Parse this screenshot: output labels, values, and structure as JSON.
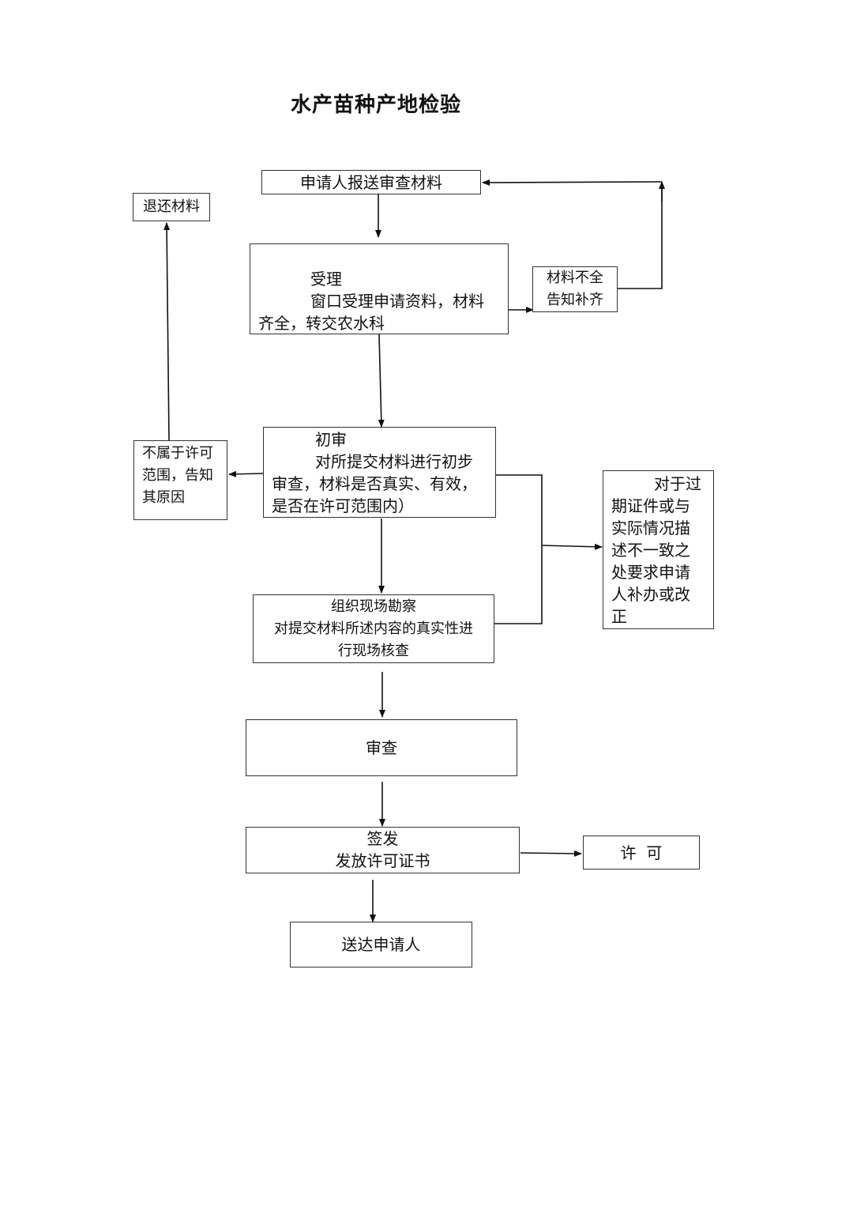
{
  "title": "水产苗种产地检验",
  "nodes": {
    "submit": {
      "label": "申请人报送审查材料"
    },
    "return_materials": {
      "label": "退还材料"
    },
    "accept": {
      "heading": "受理",
      "lines": [
        "窗口受理申请资料，材料",
        "齐全，转交农水科"
      ]
    },
    "incomplete": {
      "lines": [
        "材料不全",
        "告知补齐"
      ]
    },
    "preliminary": {
      "heading": "初审",
      "lines": [
        "对所提交材料进行初步",
        "审查，材料是否真实、有效，",
        "是否在许可范围内）"
      ]
    },
    "out_of_scope": {
      "lines": [
        "不属于许可",
        "范围，告知",
        "其原因"
      ]
    },
    "correction": {
      "lines": [
        "对于过",
        "期证件或与",
        "实际情况描",
        "述不一致之",
        "处要求申请",
        "人补办或改",
        "正"
      ]
    },
    "inspection": {
      "heading": "组织现场勘察",
      "lines": [
        "对提交材料所述内容的真实性进",
        "行现场核查"
      ]
    },
    "review": {
      "label": "审查"
    },
    "issue": {
      "heading": "签发",
      "lines": [
        "发放许可证书"
      ]
    },
    "permit": {
      "label": "许  可"
    },
    "deliver": {
      "label": "送达申请人"
    }
  }
}
